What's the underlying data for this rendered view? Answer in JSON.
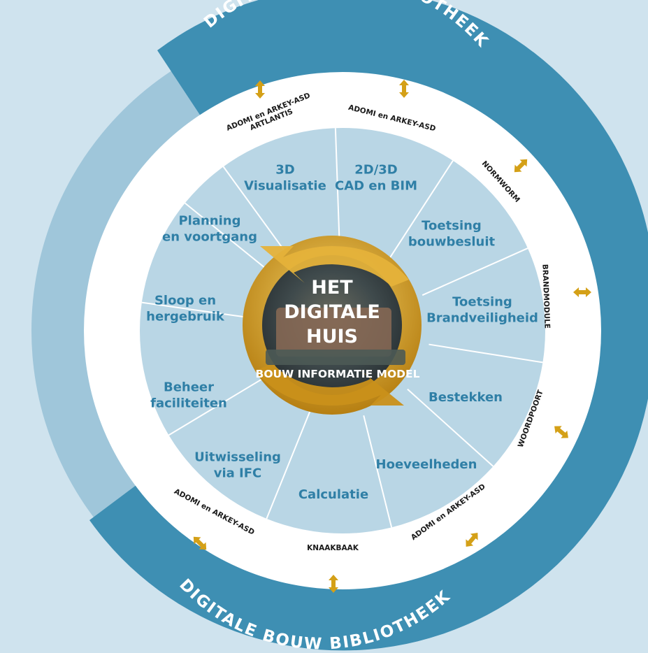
{
  "ring_title_top": "DIGITALE BOUW BIBLIOTHEEK",
  "ring_title_bottom": "DIGITALE BOUW BIBLIOTHEEK",
  "center": {
    "lines": [
      "HET",
      "DIGITALE",
      "HUIS"
    ],
    "subtitle": "BOUW INFORMATIE MODEL"
  },
  "segments": [
    {
      "lines": [
        "3D",
        "Visualisatie"
      ]
    },
    {
      "lines": [
        "2D/3D",
        "CAD en BIM"
      ]
    },
    {
      "lines": [
        "Toetsing",
        "bouwbesluit"
      ]
    },
    {
      "lines": [
        "Toetsing",
        "Brandveiligheid"
      ]
    },
    {
      "lines": [
        "Bestekken"
      ]
    },
    {
      "lines": [
        "Hoeveelheden"
      ]
    },
    {
      "lines": [
        "Calculatie"
      ]
    },
    {
      "lines": [
        "Uitwisseling",
        "via IFC"
      ]
    },
    {
      "lines": [
        "Beheer",
        "faciliteiten"
      ]
    },
    {
      "lines": [
        "Sloop en",
        "hergebruik"
      ]
    },
    {
      "lines": [
        "Planning",
        "en voortgang"
      ]
    }
  ],
  "tools": [
    {
      "lines": [
        "ADOMI en ARKEY-ASD",
        "ARTLANTIS"
      ]
    },
    {
      "lines": [
        "ADOMI en ARKEY-ASD"
      ]
    },
    {
      "lines": [
        "NORMWORM"
      ]
    },
    {
      "lines": [
        "BRANDMODULE"
      ]
    },
    {
      "lines": [
        "WOORDPOORT"
      ]
    },
    {
      "lines": [
        "ADOMI en ARKEY-ASD"
      ]
    },
    {
      "lines": [
        "KNAAKBAAK"
      ]
    },
    {
      "lines": [
        "ADOMI en ARKEY-ASD"
      ]
    }
  ],
  "colors": {
    "background": "#cfe3ee",
    "outer_ring_dark": "#3e8fb3",
    "outer_ring_light": "#9fc6da",
    "white_ring": "#ffffff",
    "segment_fill": "#b9d6e5",
    "segment_text": "#2f7fa6",
    "arrow_gold": "#d4a017",
    "center_gold": "#d8a227"
  }
}
